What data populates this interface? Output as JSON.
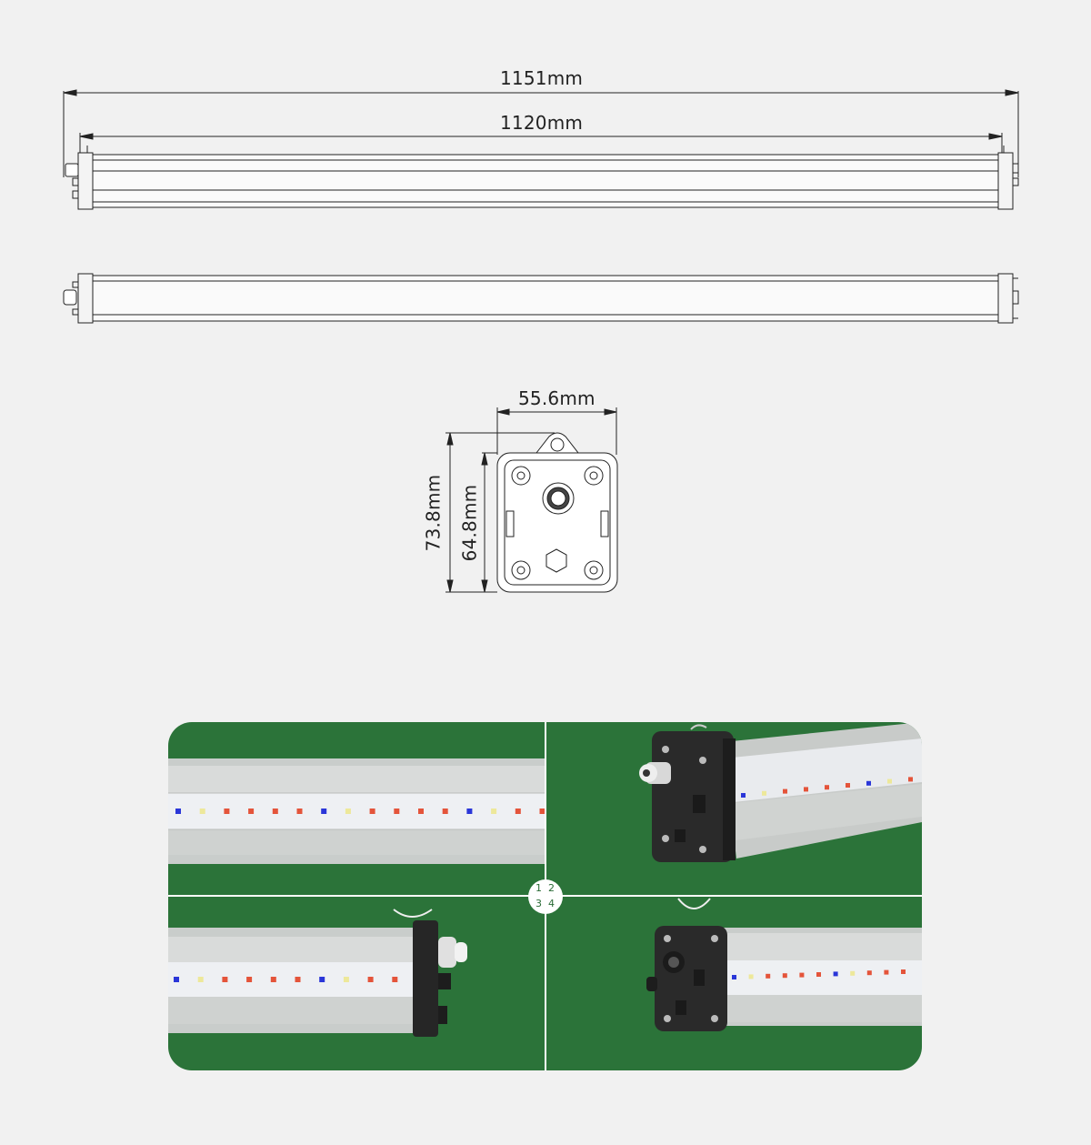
{
  "dimensions": {
    "overall_length": "1151mm",
    "body_length": "1120mm",
    "width": "55.6mm",
    "overall_height": "73.8mm",
    "body_height": "64.8mm"
  },
  "photo_badge": {
    "n1": "1",
    "n2": "2",
    "n3": "3",
    "n4": "4"
  },
  "colors": {
    "background": "#f1f1f1",
    "photo_background": "#2b7339",
    "led_red": "#e4543a",
    "led_blue": "#2a36d8",
    "led_white": "#ede89a"
  },
  "led_pattern": [
    "blue",
    "white",
    "red",
    "red",
    "red",
    "red",
    "blue",
    "white",
    "red",
    "red",
    "red",
    "red",
    "blue",
    "white",
    "red",
    "red"
  ]
}
